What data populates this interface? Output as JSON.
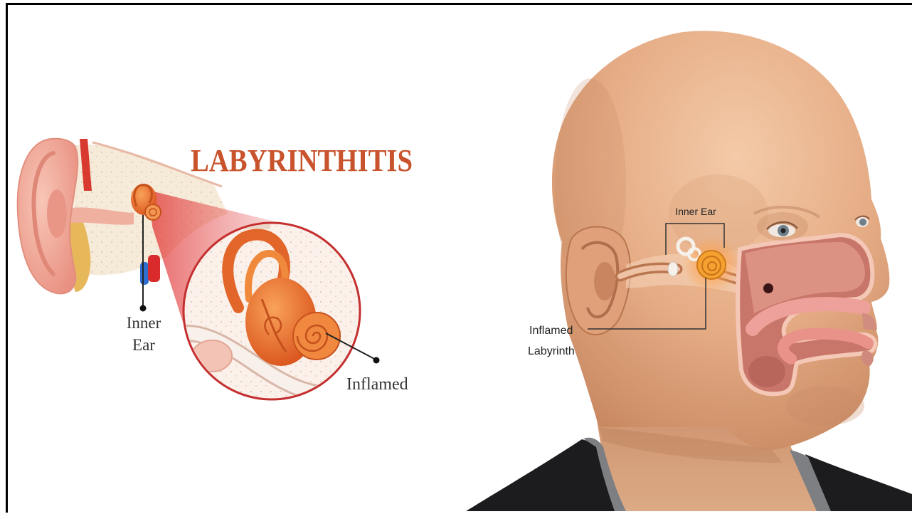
{
  "title": "LABYRINTHITIS",
  "left_diagram": {
    "inner_ear_label": [
      "Inner",
      "Ear"
    ],
    "inflamed_label": "Inflamed"
  },
  "right_diagram": {
    "inner_ear_label": "Inner Ear",
    "inflamed_labyrinth_label": [
      "Inflamed",
      "Labyrinth"
    ]
  },
  "colors": {
    "title": "#c8532c",
    "label": "#333333",
    "frame": "#000000",
    "inflammation": "#e8742c"
  }
}
